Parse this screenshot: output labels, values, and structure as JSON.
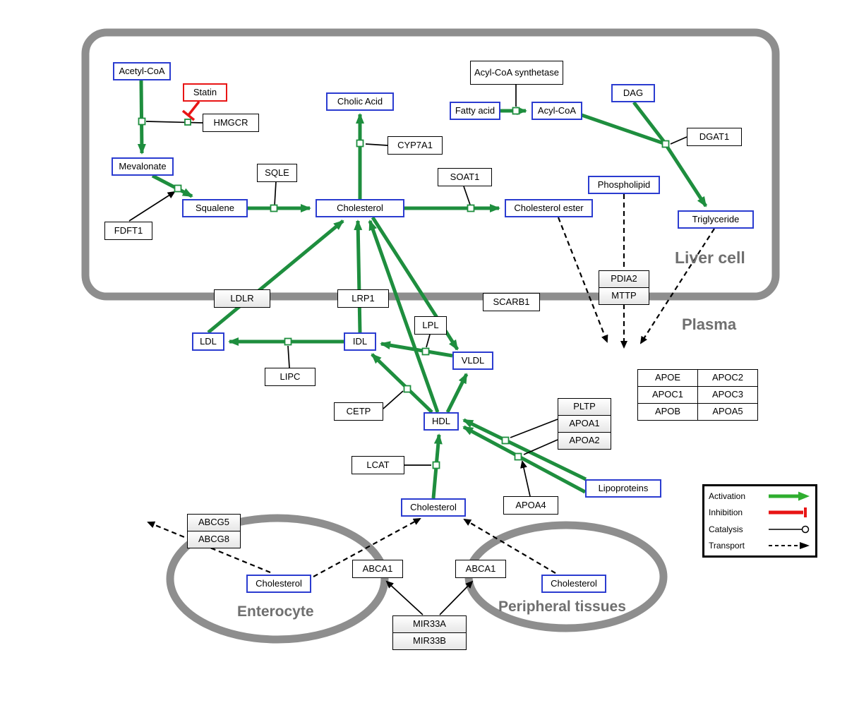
{
  "regions": {
    "liver": "Liver cell",
    "plasma": "Plasma",
    "enterocyte": "Enterocyte",
    "peripheral": "Peripheral tissues"
  },
  "metabolites": {
    "acetyl_coa": "Acetyl-CoA",
    "mevalonate": "Mevalonate",
    "squalene": "Squalene",
    "cholesterol_liver": "Cholesterol",
    "cholic_acid": "Cholic Acid",
    "fatty_acid": "Fatty acid",
    "acyl_coa": "Acyl-CoA",
    "dag": "DAG",
    "phospholipid": "Phospholipid",
    "cholesterol_ester": "Cholesterol ester",
    "triglyceride": "Triglyceride",
    "ldl": "LDL",
    "idl": "IDL",
    "vldl": "VLDL",
    "hdl": "HDL",
    "lipoproteins": "Lipoproteins",
    "cholesterol_plasma": "Cholesterol",
    "cholesterol_enterocyte": "Cholesterol",
    "cholesterol_peripheral": "Cholesterol"
  },
  "proteins": {
    "statin": "Statin",
    "hmgcr": "HMGCR",
    "sqle": "SQLE",
    "cyp7a1": "CYP7A1",
    "soat1": "SOAT1",
    "acyl_coa_synthetase": "Acyl-CoA synthetase",
    "dgat1": "DGAT1",
    "fdft1": "FDFT1",
    "ldlr": "LDLR",
    "lrp1": "LRP1",
    "scarb1": "SCARB1",
    "pdia2": "PDIA2",
    "mttp": "MTTP",
    "lpl": "LPL",
    "lipc": "LIPC",
    "cetp": "CETP",
    "lcat": "LCAT",
    "apoa4": "APOA4",
    "pltp": "PLTP",
    "apoa1": "APOA1",
    "apoa2": "APOA2",
    "abcg5": "ABCG5",
    "abcg8": "ABCG8",
    "abca1_enterocyte": "ABCA1",
    "abca1_peripheral": "ABCA1",
    "mir33a": "MIR33A",
    "mir33b": "MIR33B"
  },
  "apo_table": [
    [
      "APOE",
      "APOC2"
    ],
    [
      "APOC1",
      "APOC3"
    ],
    [
      "APOB",
      "APOA5"
    ]
  ],
  "legend": {
    "activation": "Activation",
    "inhibition": "Inhibition",
    "catalysis": "Catalysis",
    "transport": "Transport"
  },
  "colors": {
    "activation_green": "#1e8e3e",
    "legend_green": "#2fae2f",
    "inhibition_red": "#e81515",
    "metabolite_border_blue": "#2b3cd0",
    "membrane_gray": "#8e8e8e",
    "label_gray": "#6f6f6f"
  }
}
